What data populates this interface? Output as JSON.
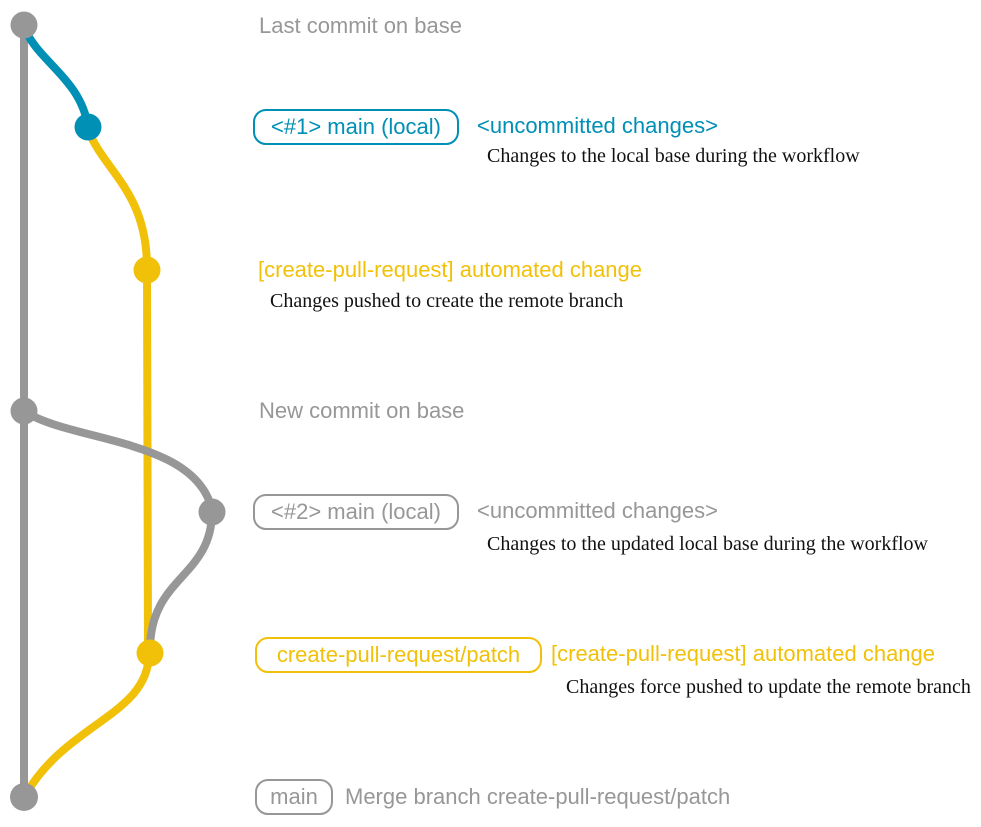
{
  "colors": {
    "base_gray": "#979797",
    "branch_blue": "#008fb5",
    "branch_yellow": "#f1c109",
    "description_black": "#111111",
    "background": "#ffffff"
  },
  "graph": {
    "type": "git-graph",
    "branches": [
      {
        "name": "base",
        "color": "gray"
      },
      {
        "name": "local-uncommitted-1",
        "color": "blue"
      },
      {
        "name": "create-pull-request/patch",
        "color": "yellow"
      },
      {
        "name": "local-uncommitted-2",
        "color": "gray"
      }
    ],
    "commit_dots": [
      {
        "name": "last-commit-on-base",
        "color": "gray"
      },
      {
        "name": "uncommitted-changes-1",
        "color": "blue"
      },
      {
        "name": "automated-change-1",
        "color": "yellow"
      },
      {
        "name": "new-commit-on-base",
        "color": "gray"
      },
      {
        "name": "uncommitted-changes-2",
        "color": "gray"
      },
      {
        "name": "automated-change-2",
        "color": "yellow"
      },
      {
        "name": "merge-commit",
        "color": "gray"
      }
    ]
  },
  "annotations": {
    "row1_heading": "Last commit on base",
    "row2": {
      "tag": "<#1> main (local)",
      "status": "<uncommitted changes>",
      "desc": "Changes to the local base during the workflow"
    },
    "row3": {
      "message": "[create-pull-request] automated change",
      "desc": "Changes pushed to create the remote branch"
    },
    "row4_heading": "New commit on base",
    "row5": {
      "tag": "<#2> main (local)",
      "status": "<uncommitted changes>",
      "desc": "Changes to the updated local base during the workflow"
    },
    "row6": {
      "tag": "create-pull-request/patch",
      "message": "[create-pull-request] automated change",
      "desc": "Changes force pushed to update the remote branch"
    },
    "row7": {
      "tag": "main",
      "message": "Merge branch create-pull-request/patch"
    }
  }
}
